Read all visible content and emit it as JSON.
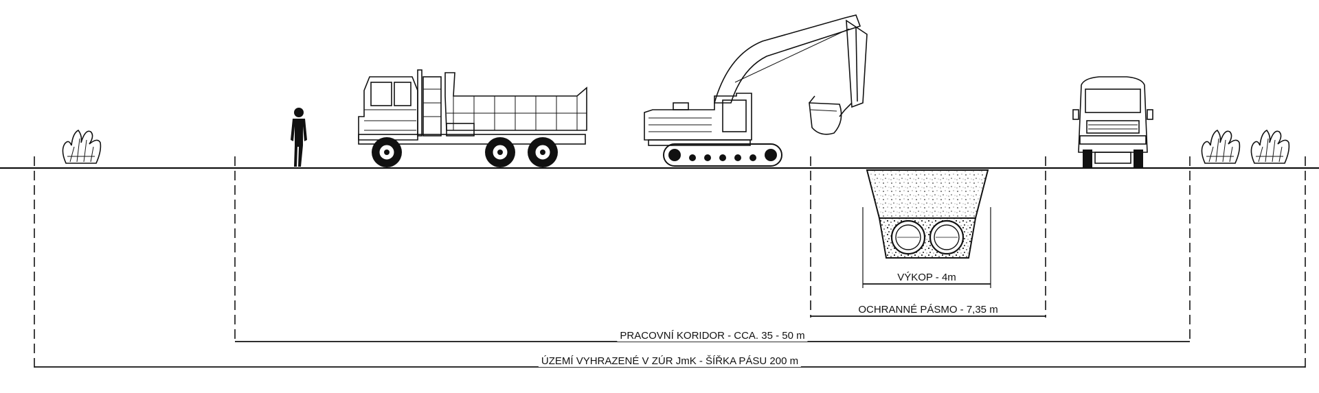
{
  "dimensions": {
    "excavation": "VÝKOP - 4m",
    "protection_zone": "OCHRANNÉ PÁSMO - 7,35 m",
    "work_corridor": "PRACOVNÍ KORIDOR - CCA. 35 - 50 m",
    "reserved_area": "ÚZEMÍ VYHRAZENÉ V ZÚR JmK - ŠÍŘKA PÁSU 200 m"
  },
  "objects": [
    "shrub-icon",
    "person-icon",
    "dump-truck-icon",
    "excavator-icon",
    "trench-section",
    "pipe-icon",
    "van-icon"
  ],
  "colors": {
    "ink": "#111111",
    "background": "#ffffff"
  }
}
